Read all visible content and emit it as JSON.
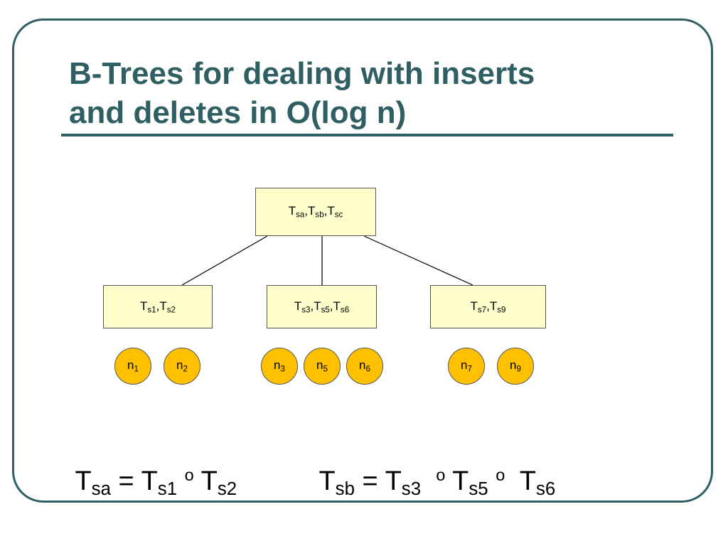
{
  "title": {
    "line1": "B-Trees for dealing with inserts",
    "line2": "and deletes in O(log n)"
  },
  "colors": {
    "accent": "#2f5f63",
    "node_fill": "#ffffcc",
    "leaf_fill": "#ffc000"
  },
  "tree": {
    "root": [
      {
        "base": "T",
        "sub": "sa"
      },
      {
        "sep": ","
      },
      {
        "base": "T",
        "sub": "sb"
      },
      {
        "sep": ","
      },
      {
        "base": "T",
        "sub": "sc"
      }
    ],
    "children": [
      [
        {
          "base": "T",
          "sub": "s1"
        },
        {
          "sep": ","
        },
        {
          "base": "T",
          "sub": "s2"
        }
      ],
      [
        {
          "base": "T",
          "sub": "s3"
        },
        {
          "sep": ","
        },
        {
          "base": "T",
          "sub": "s5"
        },
        {
          "sep": ","
        },
        {
          "base": "T",
          "sub": "s6"
        }
      ],
      [
        {
          "base": "T",
          "sub": "s7"
        },
        {
          "sep": ","
        },
        {
          "base": "T",
          "sub": "s9"
        }
      ]
    ],
    "leaves": [
      {
        "base": "n",
        "sub": "1"
      },
      {
        "base": "n",
        "sub": "2"
      },
      {
        "base": "n",
        "sub": "3"
      },
      {
        "base": "n",
        "sub": "5"
      },
      {
        "base": "n",
        "sub": "6"
      },
      {
        "base": "n",
        "sub": "7"
      },
      {
        "base": "n",
        "sub": "9"
      }
    ]
  },
  "equations": [
    [
      {
        "base": "T",
        "sub": "sa"
      },
      {
        "text": " = "
      },
      {
        "base": "T",
        "sub": "s1"
      },
      {
        "text": " "
      },
      {
        "sup": "o"
      },
      {
        "text": " "
      },
      {
        "base": "T",
        "sub": "s2"
      }
    ],
    [
      {
        "base": "T",
        "sub": "sb"
      },
      {
        "text": " = "
      },
      {
        "base": "T",
        "sub": "s3"
      },
      {
        "text": "  "
      },
      {
        "sup": "o"
      },
      {
        "text": " "
      },
      {
        "base": "T",
        "sub": "s5"
      },
      {
        "text": " "
      },
      {
        "sup": "o"
      },
      {
        "text": "  "
      },
      {
        "base": "T",
        "sub": "s6"
      }
    ]
  ]
}
